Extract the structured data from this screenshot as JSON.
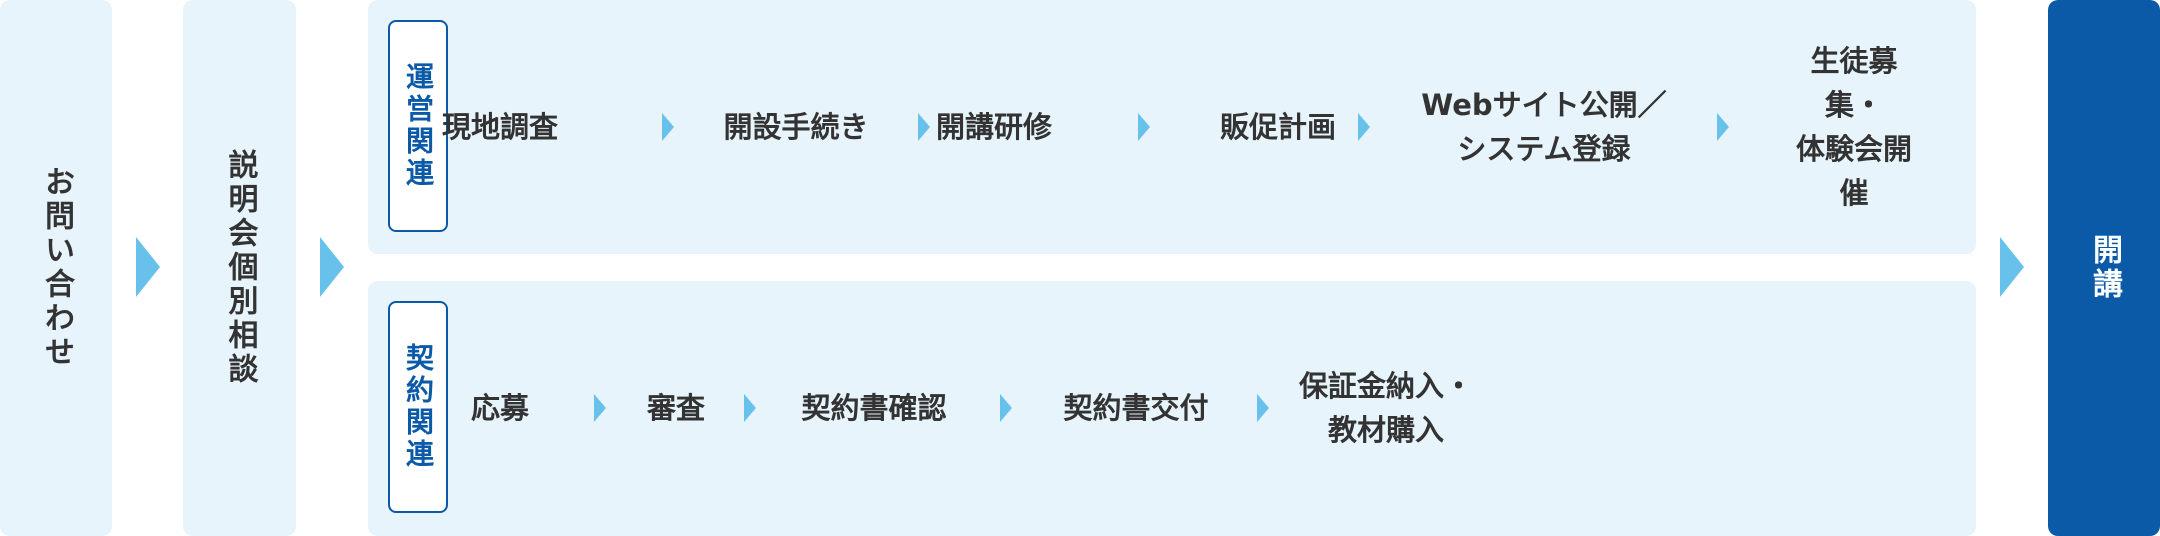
{
  "flow": {
    "inquiry": "お問い合わせ",
    "seminar": "説明会個別相談",
    "opening": "開講"
  },
  "operations": {
    "tag": "運営関連",
    "steps": [
      "現地調査",
      "開設手続き",
      "開講研修",
      "販促計画",
      "Webサイト公開／\nシステム登録",
      "生徒募集・\n体験会開催"
    ]
  },
  "contract": {
    "tag": "契約関連",
    "steps": [
      "応募",
      "審査",
      "契約書確認",
      "契約書交付",
      "保証金納入・\n教材購入"
    ]
  },
  "colors": {
    "panel_bg": "#e7f4fc",
    "accent_blue": "#0a5aa8",
    "arrow": "#68c1ea"
  }
}
